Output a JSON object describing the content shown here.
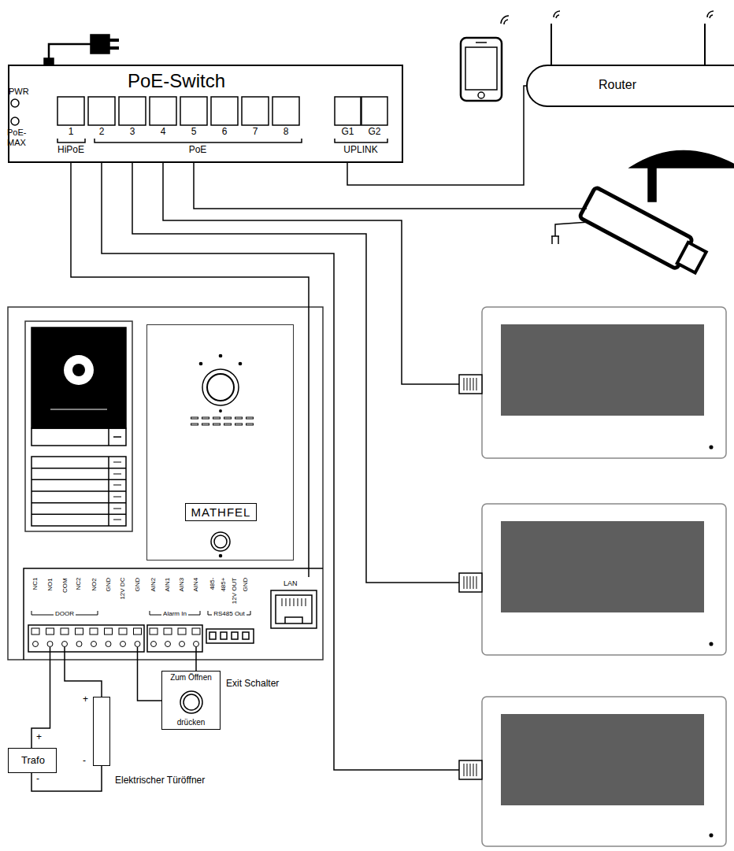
{
  "diagram": {
    "nodes": [
      {
        "text": [
          "PoE-Switch"
        ]
      },
      {
        "text": [
          "Router"
        ]
      },
      {
        "text": [
          "MATHFEL"
        ]
      },
      {
        "text": [
          "LAN"
        ]
      },
      {
        "text": [
          "Zum Öffnen",
          "drücken",
          "Exit Schalter"
        ]
      },
      {
        "text": [
          "Trafo"
        ]
      },
      {
        "text": [
          "Elektrischer Türöffner"
        ]
      }
    ],
    "edges": [
      {
        "from": 0,
        "to": 1,
        "arrow": "none"
      },
      {
        "from": 0,
        "to": 3,
        "arrow": "none"
      },
      {
        "from": 5,
        "to": 6,
        "arrow": "none"
      }
    ],
    "labels": [
      "PWR",
      "PoE-MAX",
      "1",
      "2",
      "3",
      "4",
      "5",
      "6",
      "7",
      "8",
      "G1",
      "G2",
      "HiPoE",
      "PoE",
      "UPLINK",
      "NC1",
      "NO1",
      "COM",
      "NC2",
      "NO2",
      "GND",
      "12V DC",
      "GND",
      "AIN2",
      "AIN1",
      "AIN3",
      "AIN4",
      "485-",
      "485+",
      "12V OUT",
      "GND",
      "DOOR",
      "Alarm In",
      "RS485 Out",
      "+",
      "-",
      "+",
      "-"
    ]
  }
}
